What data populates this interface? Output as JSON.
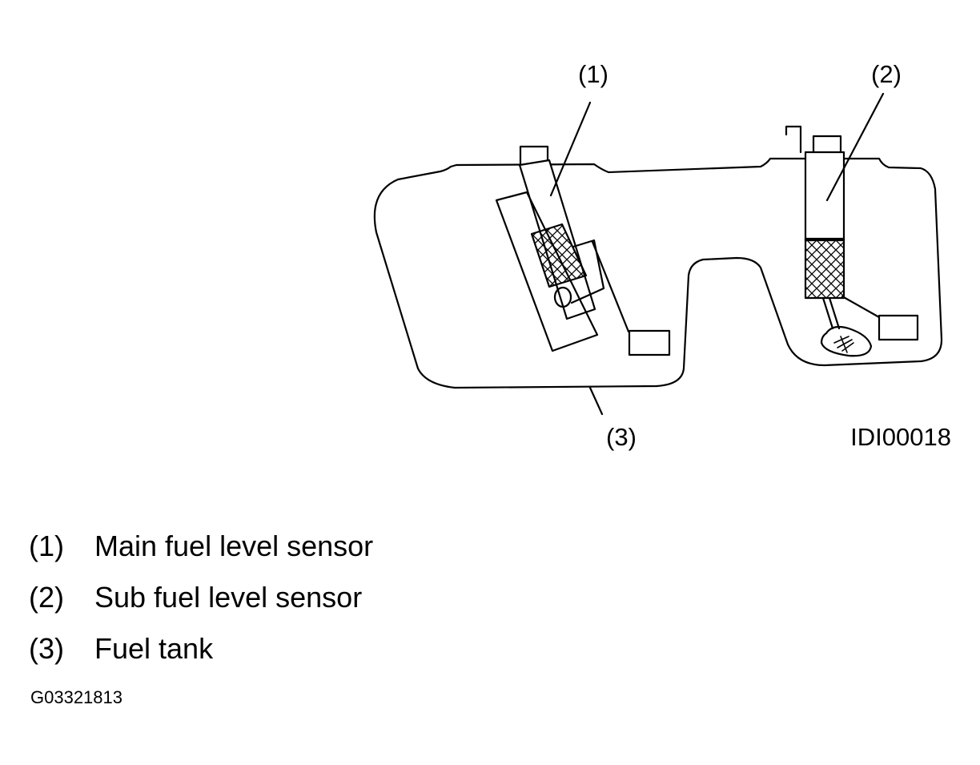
{
  "diagram": {
    "callouts": [
      {
        "marker": "(1)"
      },
      {
        "marker": "(2)"
      },
      {
        "marker": "(3)"
      }
    ],
    "image_code": "IDI00018"
  },
  "legend": [
    {
      "number": "(1)",
      "label": "Main fuel level sensor"
    },
    {
      "number": "(2)",
      "label": "Sub fuel level sensor"
    },
    {
      "number": "(3)",
      "label": "Fuel tank"
    }
  ],
  "figure_id": "G03321813"
}
